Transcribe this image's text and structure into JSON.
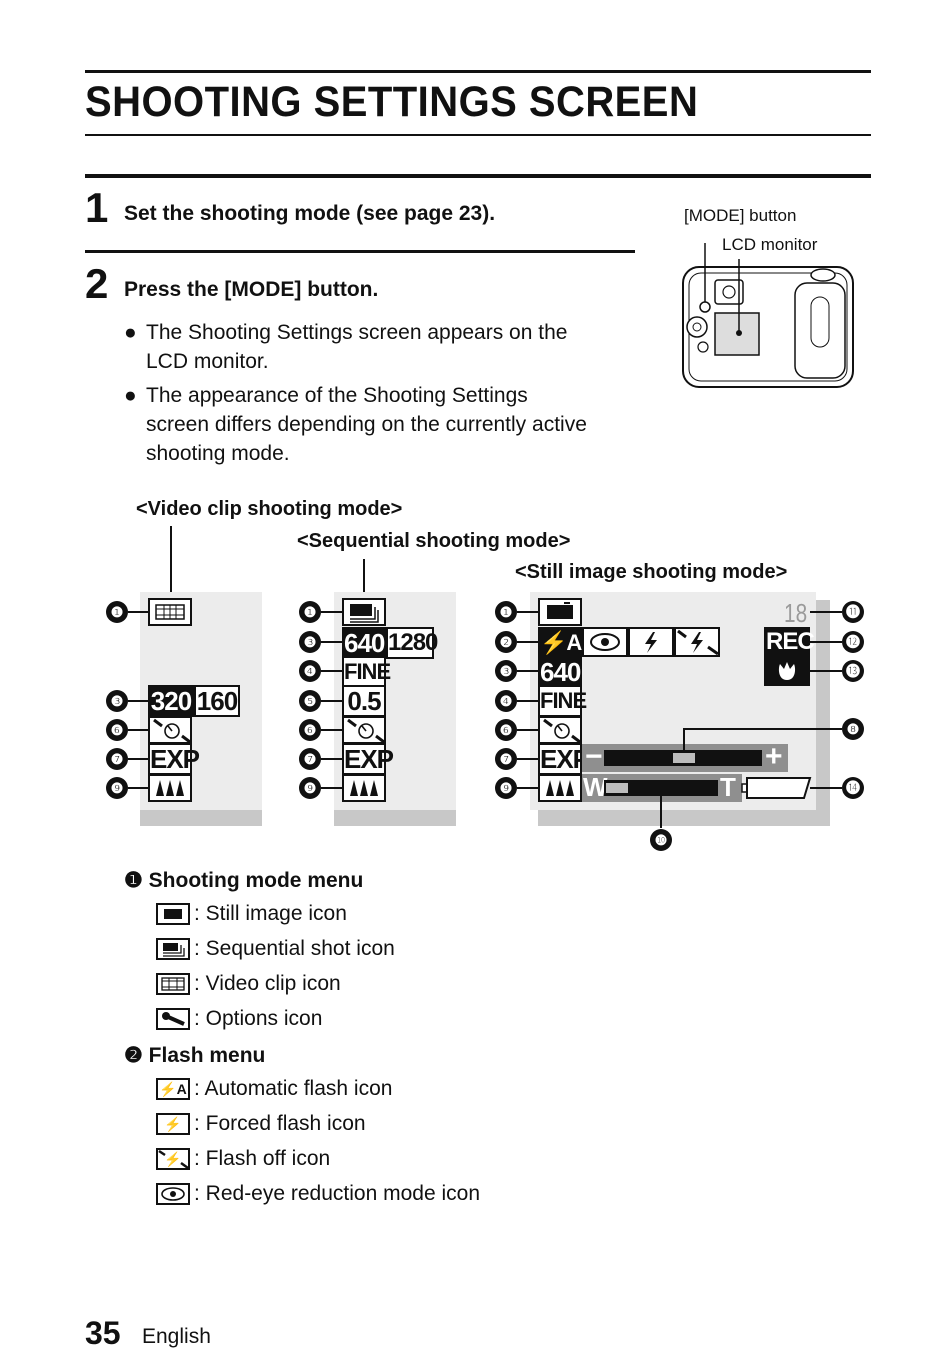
{
  "title": "SHOOTING SETTINGS SCREEN",
  "steps": [
    {
      "num": "1",
      "text": "Set the shooting mode (see page 23)."
    },
    {
      "num": "2",
      "text": "Press the [MODE] button."
    }
  ],
  "bullets": [
    {
      "line1": "The Shooting Settings screen appears on the",
      "line2": "LCD monitor."
    },
    {
      "line1": "The appearance of the Shooting Settings",
      "line2": "screen differs depending on the currently active",
      "line3": "shooting mode."
    }
  ],
  "camera": {
    "mode_button_label": "[MODE] button",
    "lcd_label": "LCD monitor"
  },
  "modes": {
    "video": "<Video clip shooting mode>",
    "sequential": "<Sequential shooting mode>",
    "still": "<Still image shooting mode>"
  },
  "screen_text": {
    "res_320": "320",
    "res_160": "160",
    "res_640": "640",
    "res_1280": "1280",
    "fine": "FINE",
    "interval": "0.5",
    "exp": "EXP",
    "shots": "18",
    "rec": "REC",
    "wide": "W",
    "tele": "T",
    "auto_flash": "⚡A",
    "minus": "−",
    "plus": "+"
  },
  "callouts": [
    "❶",
    "❷",
    "❸",
    "❹",
    "❺",
    "❻",
    "❼",
    "❽",
    "❾",
    "❿",
    "⓫",
    "⓬",
    "⓭",
    "⓮"
  ],
  "legend": [
    {
      "heading": "Shooting mode menu",
      "marker": "❶",
      "items": [
        {
          "icon": "still-image-icon",
          "label": ":  Still image icon"
        },
        {
          "icon": "sequential-shot-icon",
          "label": ":  Sequential shot icon"
        },
        {
          "icon": "video-clip-icon",
          "label": ":  Video clip icon"
        },
        {
          "icon": "options-icon",
          "label": ":  Options icon"
        }
      ]
    },
    {
      "heading": "Flash menu",
      "marker": "❷",
      "items": [
        {
          "icon": "auto-flash-icon",
          "label": ":  Automatic flash icon",
          "glyph": "⚡A"
        },
        {
          "icon": "forced-flash-icon",
          "label": ":  Forced flash icon",
          "glyph": "⚡"
        },
        {
          "icon": "flash-off-icon",
          "label": ":  Flash off icon",
          "glyph": "⚡"
        },
        {
          "icon": "red-eye-icon",
          "label": ":  Red-eye reduction mode icon"
        }
      ]
    }
  ],
  "footer": {
    "page": "35",
    "language": "English"
  }
}
